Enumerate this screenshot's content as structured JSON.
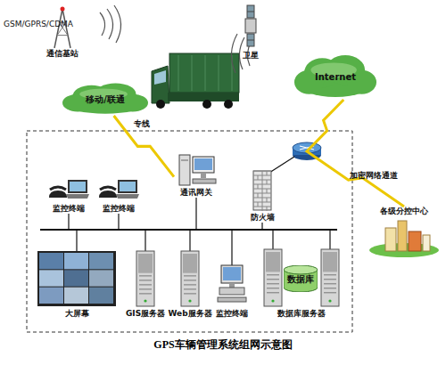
{
  "diagram": {
    "caption": "GPS车辆管理系统组网示意图",
    "nodes": [
      {
        "text": [
          "通信基站"
        ]
      },
      {
        "text": [
          "卫星"
        ]
      },
      {
        "text": [
          "移动/联通"
        ]
      },
      {
        "text": [
          "Internet"
        ]
      },
      {
        "text": [
          "通讯网关"
        ]
      },
      {
        "text": [
          "监控终端"
        ]
      },
      {
        "text": [
          "监控终端"
        ]
      },
      {
        "text": [
          "防火墙"
        ]
      },
      {
        "text": [
          "各级分控中心"
        ]
      },
      {
        "text": [
          "大屏幕"
        ]
      },
      {
        "text": [
          "GIS服务器"
        ]
      },
      {
        "text": [
          "Web服务器"
        ]
      },
      {
        "text": [
          "监控终端"
        ]
      },
      {
        "text": [
          "数据库服务器"
        ]
      },
      {
        "text": [
          "数据库"
        ],
        "in": 13
      }
    ],
    "edges": [
      {
        "from": 2,
        "to": 4,
        "label": "专线",
        "arrow": "none"
      },
      {
        "from": 3,
        "to": 8,
        "label": "加密网络通道",
        "arrow": "none"
      }
    ],
    "labels": [
      "GSM/GPRS/CDMA"
    ]
  }
}
